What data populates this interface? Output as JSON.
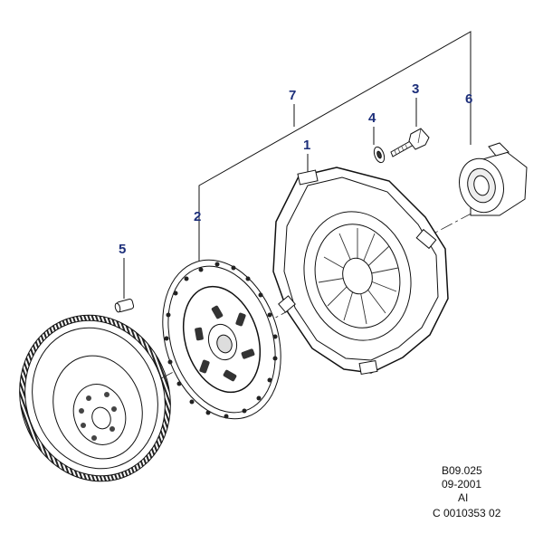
{
  "callouts": {
    "c1": "1",
    "c2": "2",
    "c3": "3",
    "c4": "4",
    "c5": "5",
    "c6": "6",
    "c7": "7"
  },
  "reference": {
    "line1": "B09.025",
    "line2": "09-2001",
    "line3": "AI",
    "line4": "C 0010353 02"
  },
  "parts": [
    {
      "callout": "1",
      "icon": "clutch-pressure-plate-icon"
    },
    {
      "callout": "2",
      "icon": "clutch-disc-icon"
    },
    {
      "callout": "3",
      "icon": "bolt-icon"
    },
    {
      "callout": "4",
      "icon": "washer-icon"
    },
    {
      "callout": "5",
      "icon": "dowel-pin-icon"
    },
    {
      "callout": "6",
      "icon": "release-bearing-icon"
    },
    {
      "callout": "7",
      "icon": "clutch-kit-bracket"
    },
    {
      "callout": "",
      "icon": "flywheel-icon"
    }
  ],
  "colors": {
    "callout_text": "#1d2f7a",
    "line": "#111111"
  }
}
